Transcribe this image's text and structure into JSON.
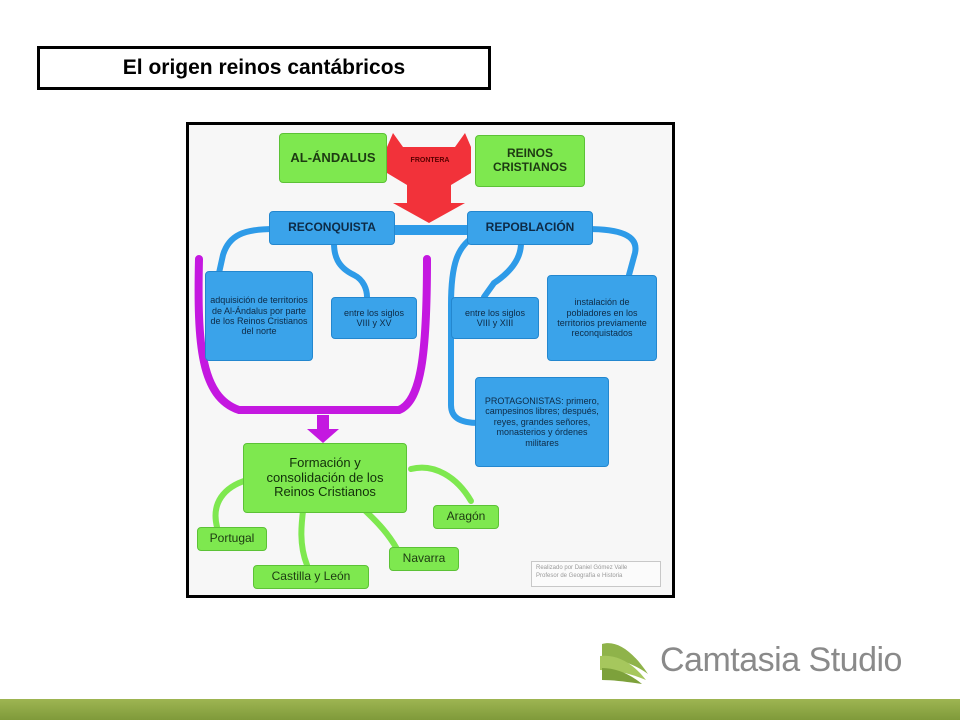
{
  "slide": {
    "title": "El origen reinos cantábricos"
  },
  "diagram": {
    "al_andalus": "AL-ÁNDALUS",
    "frontera": "FRONTERA",
    "reinos_cristianos": "REINOS CRISTIANOS",
    "reconquista": "RECONQUISTA",
    "repoblacion": "REPOBLACIÓN",
    "reconquista_def": "adquisición de territorios de Al-Ándalus por parte de los Reinos Cristianos del norte",
    "reconquista_period": "entre los siglos VIII y XV",
    "repoblacion_period": "entre los siglos VIII y XIII",
    "repoblacion_def": "instalación de pobladores en los territorios previamente reconquistados",
    "protagonistas": "PROTAGONISTAS: primero, campesinos libres; después, reyes, grandes señores, monasterios y órdenes militares",
    "formacion": "Formación y consolidación de los Reinos Cristianos",
    "portugal": "Portugal",
    "castilla": "Castilla y León",
    "navarra": "Navarra",
    "aragon": "Aragón",
    "credit_line1": "Realizado por Daniel Gómez Valle",
    "credit_line2": "Profesor de Geografía e Historia",
    "colors": {
      "green": "#7ee84f",
      "blue": "#3aa3ea",
      "red_arrow": "#f2323a",
      "purple": "#c418e0",
      "connector_blue": "#2e9be8",
      "connector_green": "#7ee84f"
    }
  },
  "logo": {
    "text": "Camtasia Studio"
  }
}
